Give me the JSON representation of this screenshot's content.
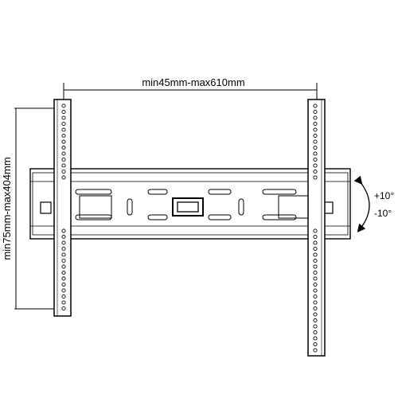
{
  "dimensions": {
    "width_label": "min45mm-max610mm",
    "height_label": "min75mm-max404mm",
    "tilt_up_label": "+10°",
    "tilt_down_label": "-10°"
  },
  "colors": {
    "line": "#000000",
    "background": "#ffffff"
  }
}
